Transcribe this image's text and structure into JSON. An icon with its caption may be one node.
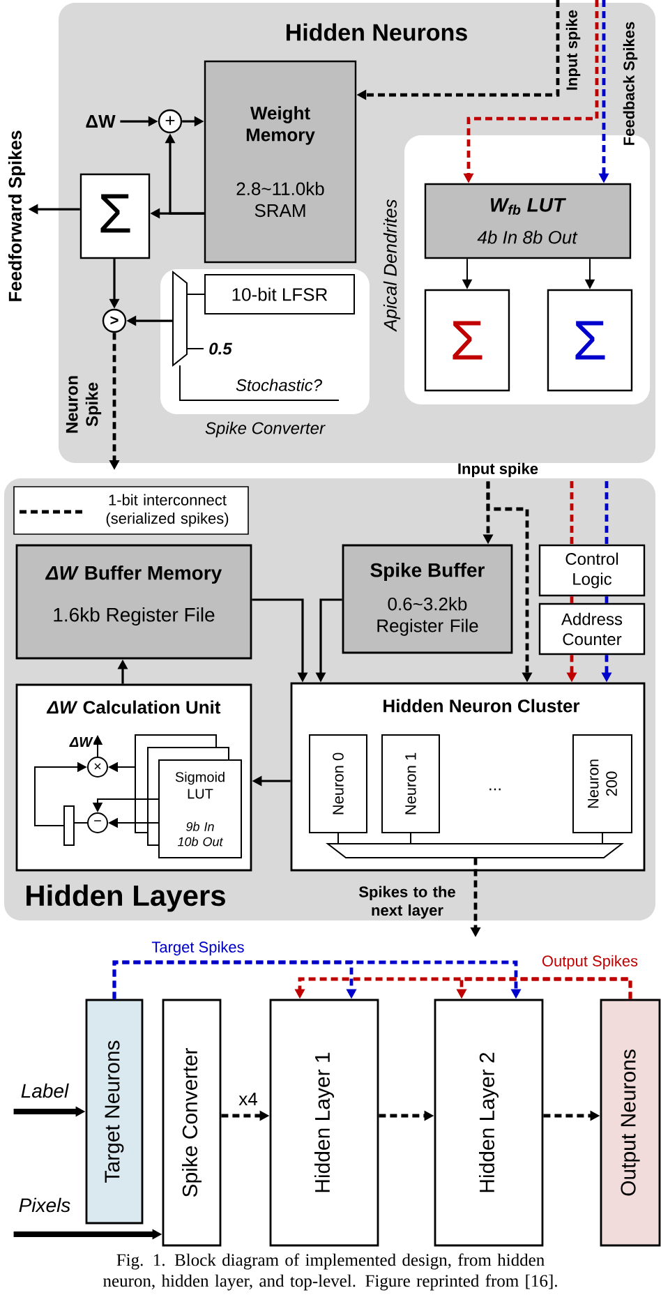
{
  "diagram": {
    "caption": "Fig. 1. Block diagram of implemented design, from hidden neuron, hidden layer, and top-level. Figure reprinted from [16].",
    "nodes": [
      {
        "text": [
          "Hidden Neurons"
        ]
      },
      {
        "text": [
          "Weight Memory",
          "2.8~11.0kb SRAM"
        ],
        "in": 0
      },
      {
        "text": [
          "Σ"
        ],
        "in": 0
      },
      {
        "text": [
          "+"
        ],
        "in": 0
      },
      {
        "text": [
          ">"
        ],
        "in": 0
      },
      {
        "text": [
          "Spike Converter"
        ],
        "in": 0
      },
      {
        "text": [
          "10-bit LFSR"
        ],
        "in": 5
      },
      {
        "text": [],
        "shape": "trapezoid",
        "in": 5
      },
      {
        "text": [
          "Apical Dendrites"
        ],
        "in": 0
      },
      {
        "text": [
          "W$_{fb}$ LUT",
          "4b In 8b Out"
        ],
        "in": 8
      },
      {
        "text": [
          "Σ"
        ],
        "in": 8
      },
      {
        "text": [
          "Σ"
        ],
        "in": 8
      },
      {
        "text": [
          "ΔW"
        ],
        "in": 0
      },
      {
        "text": [
          "Feedforward Spikes"
        ]
      },
      {
        "text": [
          "Hidden Layers"
        ]
      },
      {
        "text": [
          "*ΔW* Buffer Memory",
          "1.6kb Register File"
        ],
        "in": 14
      },
      {
        "text": [
          "Spike Buffer",
          "0.6~3.2kb Register File"
        ],
        "in": 14
      },
      {
        "text": [
          "Control Logic"
        ],
        "in": 14
      },
      {
        "text": [
          "Address Counter"
        ],
        "in": 14
      },
      {
        "text": [
          "*ΔW* Calculation Unit"
        ],
        "in": 14
      },
      {
        "text": [
          "Hidden Neuron Cluster"
        ],
        "in": 14
      },
      {
        "text": [
          "Sigmoid LUT",
          "9b In 10b Out"
        ],
        "in": 19
      },
      {
        "text": [
          "×"
        ],
        "in": 19
      },
      {
        "text": [
          "−"
        ],
        "in": 19
      },
      {
        "text": [],
        "shape": "bar",
        "in": 19
      },
      {
        "text": [
          "Input spike"
        ]
      },
      {
        "text": [
          "Neuron 0"
        ],
        "in": 20
      },
      {
        "text": [
          "Neuron 1"
        ],
        "in": 20
      },
      {
        "text": [
          "Neuron 200"
        ],
        "in": 20
      },
      {
        "text": [],
        "shape": "trapezoid",
        "in": 20
      },
      {
        "text": [
          "Target Neurons"
        ]
      },
      {
        "text": [
          "Spike Converter"
        ]
      },
      {
        "text": [
          "Hidden Layer 1"
        ]
      },
      {
        "text": [
          "Hidden Layer 2"
        ]
      },
      {
        "text": [
          "Output Neurons"
        ]
      },
      {
        "text": [
          "Label"
        ]
      },
      {
        "text": [
          "Pixels"
        ]
      }
    ],
    "edges": [
      {
        "from": null,
        "to": 1,
        "arrow": "to",
        "style": "dashed"
      },
      {
        "from": null,
        "to": 9,
        "arrow": "to",
        "style": "dashed",
        "color": "#c00000"
      },
      {
        "from": null,
        "to": 9,
        "arrow": "to",
        "style": "dashed",
        "color": "#0000cc"
      },
      {
        "from": 12,
        "to": 3,
        "arrow": "to"
      },
      {
        "from": 3,
        "to": 1,
        "arrow": "to"
      },
      {
        "from": 1,
        "to": 2,
        "arrow": "to"
      },
      {
        "from": 1,
        "to": 3,
        "arrow": "to"
      },
      {
        "from": 2,
        "to": 13,
        "arrow": "to"
      },
      {
        "from": 2,
        "to": 4,
        "arrow": "to"
      },
      {
        "from": 7,
        "to": 4,
        "arrow": "to"
      },
      {
        "from": 6,
        "to": 7,
        "arrow": "none"
      },
      {
        "from": 4,
        "to": null,
        "arrow": "to",
        "style": "dashed"
      },
      {
        "from": 9,
        "to": 10,
        "arrow": "to"
      },
      {
        "from": 9,
        "to": 11,
        "arrow": "to"
      },
      {
        "from": 25,
        "to": 16,
        "arrow": "to",
        "style": "dashed"
      },
      {
        "from": 25,
        "to": 20,
        "arrow": "to",
        "style": "dashed"
      },
      {
        "from": null,
        "to": 17,
        "arrow": "none",
        "style": "dashed",
        "color": "#c00000"
      },
      {
        "from": 17,
        "to": 18,
        "arrow": "none",
        "style": "dashed",
        "color": "#c00000"
      },
      {
        "from": 18,
        "to": 20,
        "arrow": "to",
        "style": "dashed",
        "color": "#c00000"
      },
      {
        "from": null,
        "to": 17,
        "arrow": "none",
        "style": "dashed",
        "color": "#0000cc"
      },
      {
        "from": 17,
        "to": 18,
        "arrow": "none",
        "style": "dashed",
        "color": "#0000cc"
      },
      {
        "from": 18,
        "to": 20,
        "arrow": "to",
        "style": "dashed",
        "color": "#0000cc"
      },
      {
        "from": 15,
        "to": 20,
        "arrow": "to"
      },
      {
        "from": 16,
        "to": 20,
        "arrow": "to"
      },
      {
        "from": 20,
        "to": 19,
        "arrow": "to"
      },
      {
        "from": 19,
        "to": 15,
        "arrow": "to"
      },
      {
        "from": 21,
        "to": 22,
        "arrow": "to"
      },
      {
        "from": 21,
        "to": 23,
        "arrow": "to"
      },
      {
        "from": 21,
        "to": 23,
        "arrow": "to"
      },
      {
        "from": 23,
        "to": 24,
        "arrow": "none"
      },
      {
        "from": 24,
        "to": 22,
        "arrow": "to"
      },
      {
        "from": 22,
        "to": null,
        "arrow": "to",
        "label": "ΔW"
      },
      {
        "from": 26,
        "to": 29,
        "arrow": "none"
      },
      {
        "from": 27,
        "to": 29,
        "arrow": "none"
      },
      {
        "from": 28,
        "to": 29,
        "arrow": "none"
      },
      {
        "from": 29,
        "to": null,
        "arrow": "to",
        "style": "dashed",
        "label": "Spikes to the next layer"
      },
      {
        "from": 35,
        "to": 30,
        "arrow": "to",
        "style": "thick"
      },
      {
        "from": 36,
        "to": 31,
        "arrow": "to",
        "style": "thick"
      },
      {
        "from": 31,
        "to": 32,
        "arrow": "to",
        "style": "dashed",
        "label": "x4"
      },
      {
        "from": 32,
        "to": 33,
        "arrow": "to",
        "style": "dashed"
      },
      {
        "from": 33,
        "to": 34,
        "arrow": "to",
        "style": "dashed"
      },
      {
        "from": 30,
        "to": 32,
        "arrow": "to",
        "style": "dashed",
        "color": "#0000cc",
        "label": "Target Spikes"
      },
      {
        "from": 30,
        "to": 33,
        "arrow": "to",
        "style": "dashed",
        "color": "#0000cc"
      },
      {
        "from": 34,
        "to": 32,
        "arrow": "to",
        "style": "dashed",
        "color": "#c00000",
        "label": "Output Spikes"
      },
      {
        "from": 34,
        "to": 33,
        "arrow": "to",
        "style": "dashed",
        "color": "#c00000"
      }
    ],
    "labels": [
      "Input spike",
      "Feedback Spikes",
      "Neuron Spike",
      "0.5",
      "Stochastic?",
      "..."
    ],
    "legend": [
      {
        "text": "1-bit interconnect (serialized spikes)"
      }
    ]
  }
}
